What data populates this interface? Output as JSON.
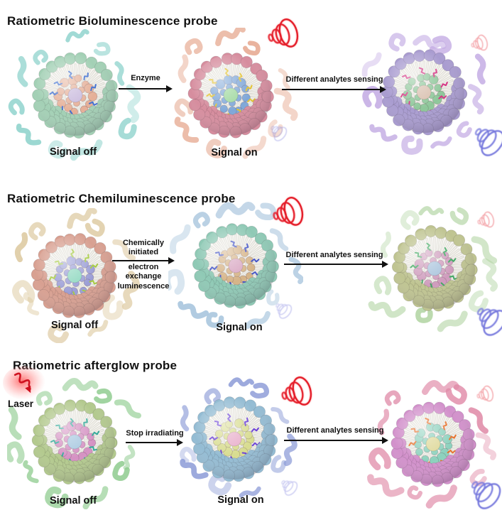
{
  "figure": {
    "background": "#ffffff"
  },
  "signals": {
    "red": {
      "color": "#e41e2b"
    },
    "blue": {
      "color": "#7678dd"
    }
  },
  "laser": {
    "label": "Laser",
    "beam_color": "#cf1220"
  },
  "rows": [
    {
      "title": "Ratiometric Bioluminescence probe",
      "arrows": [
        {
          "label_above": "Enzyme"
        },
        {
          "label_above": "Different analytes sensing"
        }
      ],
      "particles": [
        {
          "label": "Signal off",
          "colors": {
            "shell": "#a3d0b5",
            "squiggle": "#8ed3cc",
            "blob": "#e5af97",
            "marker": "#3f6fd1",
            "core": "#c9badd"
          }
        },
        {
          "label": "Signal on",
          "colors": {
            "shell": "#d68d9e",
            "squiggle": "#e5a78e",
            "blob": "#7fa7d8",
            "marker": "#e3c22e",
            "core": "#9fd89f"
          },
          "emissions": [
            {
              "signal": "red",
              "state": "bright"
            },
            {
              "signal": "blue",
              "state": "faint"
            }
          ]
        },
        {
          "colors": {
            "shell": "#a99cd0",
            "squiggle": "#c3abe3",
            "blob": "#8ec79a",
            "marker": "#d63384",
            "core": "#d8bfae"
          },
          "emissions": [
            {
              "signal": "red",
              "state": "faint"
            },
            {
              "signal": "blue",
              "state": "bright"
            }
          ]
        }
      ]
    },
    {
      "title": "Ratiometric Chemiluminescence probe",
      "arrows": [
        {
          "label_above": "Chemically\ninitiated",
          "label_below": "electron\nexchange\nluminescence"
        },
        {
          "label_above": "Different analytes sensing"
        }
      ],
      "particles": [
        {
          "label": "Signal off",
          "colors": {
            "shell": "#d8a091",
            "squiggle": "#ddc9a0",
            "blob": "#9b9ed6",
            "marker": "#a5cc3f",
            "core": "#8fd8c0"
          }
        },
        {
          "label": "Signal on",
          "colors": {
            "shell": "#8fc9b5",
            "squiggle": "#a5c3dc",
            "blob": "#d6b488",
            "marker": "#4152c8",
            "core": "#d9a8c3"
          },
          "emissions": [
            {
              "signal": "red",
              "state": "bright"
            },
            {
              "signal": "blue",
              "state": "faint"
            }
          ]
        },
        {
          "colors": {
            "shell": "#bfc491",
            "squiggle": "#afd3a0",
            "blob": "#cf9cbd",
            "marker": "#3da860",
            "core": "#a8c3dc"
          },
          "emissions": [
            {
              "signal": "red",
              "state": "faint"
            },
            {
              "signal": "blue",
              "state": "bright"
            }
          ]
        }
      ]
    },
    {
      "title": "Ratiometric afterglow probe",
      "arrows": [
        {
          "label_above": "Stop irradiating"
        },
        {
          "label_above": "Different analytes sensing"
        }
      ],
      "particles": [
        {
          "label": "Signal off",
          "colors": {
            "shell": "#b3c98e",
            "squiggle": "#8cca8c",
            "blob": "#d592c3",
            "marker": "#2fa898",
            "core": "#a8c8e0"
          }
        },
        {
          "label": "Signal on",
          "colors": {
            "shell": "#94bcd3",
            "squiggle": "#8f9ed8",
            "blob": "#d8dc90",
            "marker": "#6a3fd8",
            "core": "#e8aecb"
          },
          "emissions": [
            {
              "signal": "red",
              "state": "bright"
            },
            {
              "signal": "blue",
              "state": "faint"
            }
          ]
        },
        {
          "colors": {
            "shell": "#d291cb",
            "squiggle": "#e08ba8",
            "blob": "#8cd1bd",
            "marker": "#e8702a",
            "core": "#ded898"
          },
          "emissions": [
            {
              "signal": "red",
              "state": "faint"
            },
            {
              "signal": "blue",
              "state": "bright"
            }
          ]
        }
      ]
    }
  ]
}
